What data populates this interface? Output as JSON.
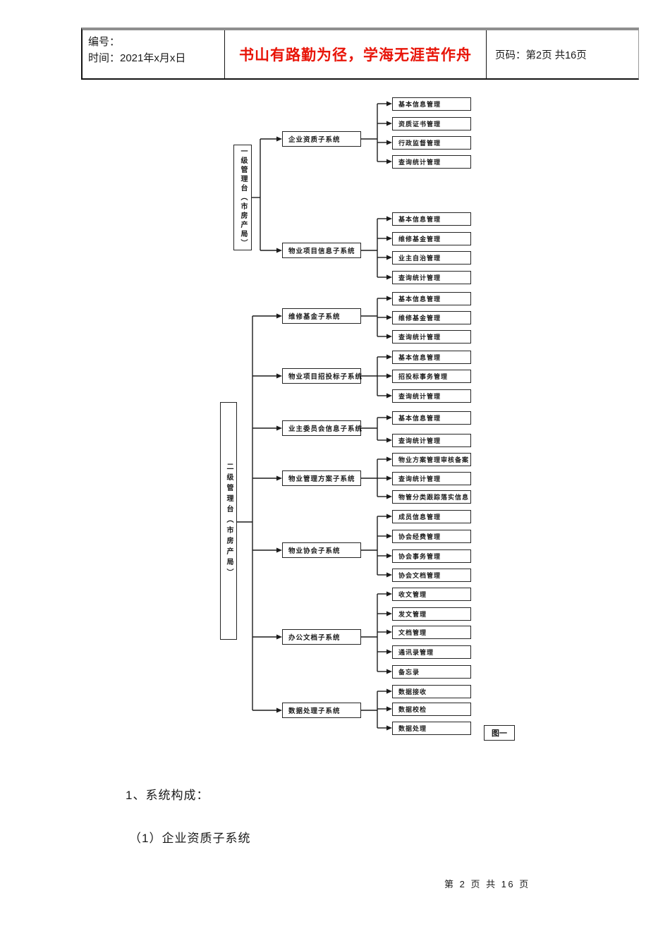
{
  "header": {
    "number_label": "编号：",
    "date_label": "时间：2021年x月x日",
    "motto": "书山有路勤为径，学海无涯苦作舟",
    "page_label": "页码：第2页 共16页"
  },
  "figure_caption": "图一",
  "body": {
    "section_heading": "1、系统构成：",
    "subsection_heading": "（1）企业资质子系统"
  },
  "footer": {
    "page_number": "第 2 页 共 16 页"
  },
  "colors": {
    "motto_red": "#e81408",
    "line_black": "#1c1c1c"
  },
  "diagram": {
    "roots": [
      {
        "label": "一级管理台（市房产局）",
        "subsystems": [
          {
            "label": "企业资质子系统",
            "leaves": [
              "基本信息管理",
              "资质证书管理",
              "行政监督管理",
              "查询统计管理"
            ]
          },
          {
            "label": "物业项目信息子系统",
            "leaves": [
              "基本信息管理",
              "维修基金管理",
              "业主自治管理",
              "查询统计管理"
            ]
          }
        ]
      },
      {
        "label": "二级管理台（市房产局）",
        "subsystems": [
          {
            "label": "维修基金子系统",
            "leaves": [
              "基本信息管理",
              "维修基金管理",
              "查询统计管理"
            ]
          },
          {
            "label": "物业项目招投标子系统",
            "leaves": [
              "基本信息管理",
              "招投标事务管理",
              "查询统计管理"
            ]
          },
          {
            "label": "业主委员会信息子系统",
            "leaves": [
              "基本信息管理",
              "查询统计管理"
            ]
          },
          {
            "label": "物业管理方案子系统",
            "leaves": [
              "物业方案管理审核备案",
              "查询统计管理",
              "物管分类跟踪落实信息"
            ]
          },
          {
            "label": "物业协会子系统",
            "leaves": [
              "成员信息管理",
              "协会经费管理",
              "协会事务管理",
              "协会文档管理"
            ]
          },
          {
            "label": "办公文档子系统",
            "leaves": [
              "收文管理",
              "发文管理",
              "文档管理",
              "通讯录管理",
              "备忘录"
            ]
          },
          {
            "label": "数据处理子系统",
            "leaves": [
              "数据接收",
              "数据校检",
              "数据处理"
            ]
          }
        ]
      }
    ]
  }
}
